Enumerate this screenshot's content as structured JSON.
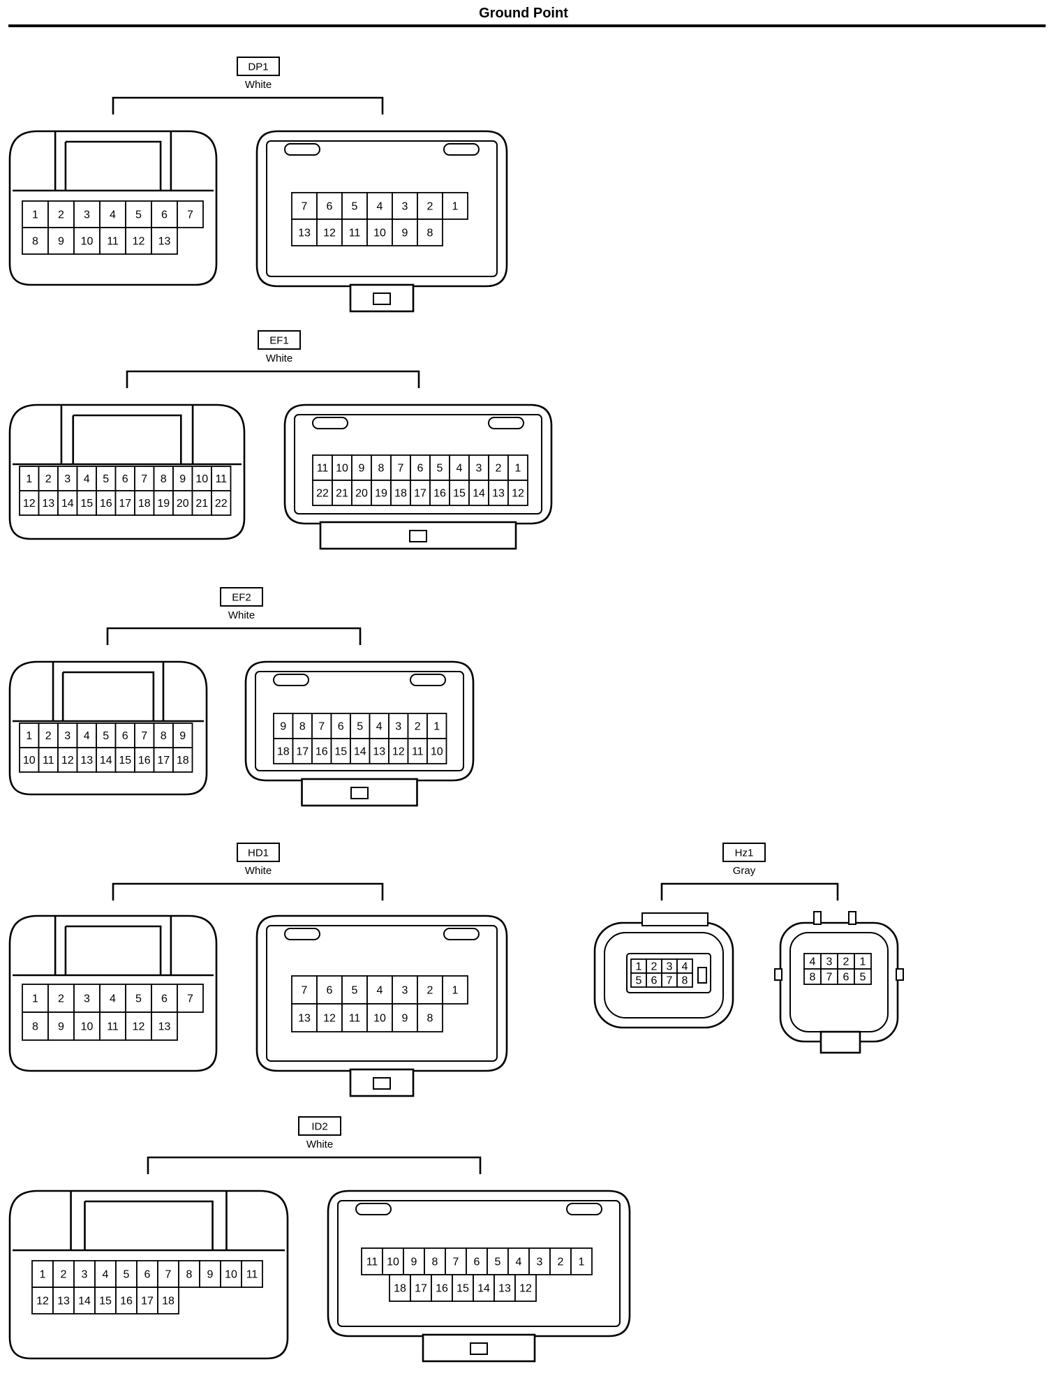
{
  "page": {
    "title": "Ground Point"
  },
  "connectors": [
    {
      "id": "DP1",
      "color": "White",
      "left": {
        "rows": [
          [
            "1",
            "2",
            "3",
            "4",
            "5",
            "6",
            "7"
          ],
          [
            "8",
            "9",
            "10",
            "11",
            "12",
            "13"
          ]
        ]
      },
      "right": {
        "rows": [
          [
            "7",
            "6",
            "5",
            "4",
            "3",
            "2",
            "1"
          ],
          [
            "13",
            "12",
            "11",
            "10",
            "9",
            "8"
          ]
        ]
      }
    },
    {
      "id": "EF1",
      "color": "White",
      "left": {
        "rows": [
          [
            "1",
            "2",
            "3",
            "4",
            "5",
            "6",
            "7",
            "8",
            "9",
            "10",
            "11"
          ],
          [
            "12",
            "13",
            "14",
            "15",
            "16",
            "17",
            "18",
            "19",
            "20",
            "21",
            "22"
          ]
        ]
      },
      "right": {
        "rows": [
          [
            "11",
            "10",
            "9",
            "8",
            "7",
            "6",
            "5",
            "4",
            "3",
            "2",
            "1"
          ],
          [
            "22",
            "21",
            "20",
            "19",
            "18",
            "17",
            "16",
            "15",
            "14",
            "13",
            "12"
          ]
        ]
      }
    },
    {
      "id": "EF2",
      "color": "White",
      "left": {
        "rows": [
          [
            "1",
            "2",
            "3",
            "4",
            "5",
            "6",
            "7",
            "8",
            "9"
          ],
          [
            "10",
            "11",
            "12",
            "13",
            "14",
            "15",
            "16",
            "17",
            "18"
          ]
        ]
      },
      "right": {
        "rows": [
          [
            "9",
            "8",
            "7",
            "6",
            "5",
            "4",
            "3",
            "2",
            "1"
          ],
          [
            "18",
            "17",
            "16",
            "15",
            "14",
            "13",
            "12",
            "11",
            "10"
          ]
        ]
      }
    },
    {
      "id": "HD1",
      "color": "White",
      "left": {
        "rows": [
          [
            "1",
            "2",
            "3",
            "4",
            "5",
            "6",
            "7"
          ],
          [
            "8",
            "9",
            "10",
            "11",
            "12",
            "13"
          ]
        ]
      },
      "right": {
        "rows": [
          [
            "7",
            "6",
            "5",
            "4",
            "3",
            "2",
            "1"
          ],
          [
            "13",
            "12",
            "11",
            "10",
            "9",
            "8"
          ]
        ]
      }
    },
    {
      "id": "Hz1",
      "color": "Gray",
      "left": {
        "rows": [
          [
            "1",
            "2",
            "3",
            "4"
          ],
          [
            "5",
            "6",
            "7",
            "8"
          ]
        ]
      },
      "right": {
        "rows": [
          [
            "4",
            "3",
            "2",
            "1"
          ],
          [
            "8",
            "7",
            "6",
            "5"
          ]
        ]
      }
    },
    {
      "id": "ID2",
      "color": "White",
      "left": {
        "rows": [
          [
            "1",
            "2",
            "3",
            "4",
            "5",
            "6",
            "7",
            "8",
            "9",
            "10",
            "11"
          ],
          [
            "12",
            "13",
            "14",
            "15",
            "16",
            "17",
            "18"
          ]
        ]
      },
      "right": {
        "rows": [
          [
            "11",
            "10",
            "9",
            "8",
            "7",
            "6",
            "5",
            "4",
            "3",
            "2",
            "1"
          ],
          [
            "18",
            "17",
            "16",
            "15",
            "14",
            "13",
            "12"
          ]
        ]
      }
    }
  ]
}
